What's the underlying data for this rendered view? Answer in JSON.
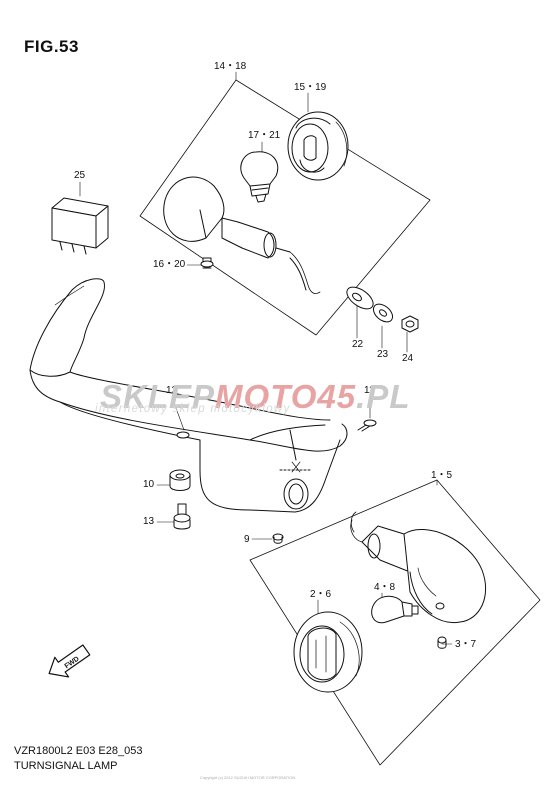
{
  "figure": {
    "title": "FIG.53",
    "model_code": "VZR1800L2 E03 E28_053",
    "section_title": "TURNSIGNAL LAMP"
  },
  "watermark": {
    "sklep": "SKLEP",
    "moto": "MOTO",
    "number": "45",
    "domain": ".PL",
    "tagline": "internetowy sklep motocyklowy",
    "color_gray": "#c9c9c9",
    "color_red": "#e8a3a3"
  },
  "fwd_label": "FWD",
  "labels": {
    "l14_18": "14・18",
    "l15_19": "15・19",
    "l17_21": "17・21",
    "l25": "25",
    "l16_20": "16・20",
    "l22": "22",
    "l23": "23",
    "l24": "24",
    "l12": "12",
    "l11": "11",
    "l10": "10",
    "l13": "13",
    "l9": "9",
    "l1_5": "1・5",
    "l2_6": "2・6",
    "l4_8": "4・8",
    "l3_7": "3・7"
  },
  "fine_print": "Copyright (c) 2012 SUZUKI MOTOR CORPORATION",
  "colors": {
    "ink": "#111111",
    "paper": "#ffffff"
  }
}
